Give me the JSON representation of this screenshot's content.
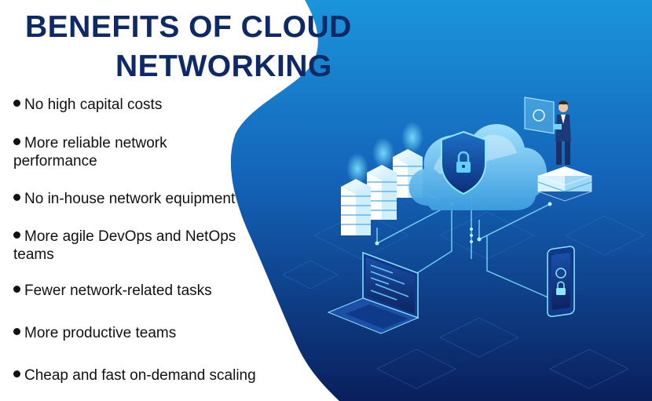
{
  "slide": {
    "title_lines": [
      "BENEFITS OF CLOUD",
      "NETWORKING"
    ],
    "bullets": [
      {
        "line1": "No high capital costs",
        "line2": ""
      },
      {
        "line1": "More reliable network",
        "line2": "performance"
      },
      {
        "line1": "No in-house network equipment",
        "line2": ""
      },
      {
        "line1": "More agile DevOps and NetOps",
        "line2": "teams"
      },
      {
        "line1": "Fewer network-related tasks",
        "line2": ""
      },
      {
        "line1": "More productive teams",
        "line2": ""
      },
      {
        "line1": "Cheap and fast on-demand scaling",
        "line2": ""
      }
    ]
  },
  "colors": {
    "title": "#0d2a66",
    "text": "#111111",
    "background_dark": "#0a1f5c",
    "background_light": "#1f8fd6",
    "glow": "#7fe3ff"
  },
  "illustration_icons": [
    "server-stack-icon",
    "cloud-icon",
    "shield-lock-icon",
    "person-with-tablet-icon",
    "laptop-icon",
    "smartphone-icon"
  ]
}
